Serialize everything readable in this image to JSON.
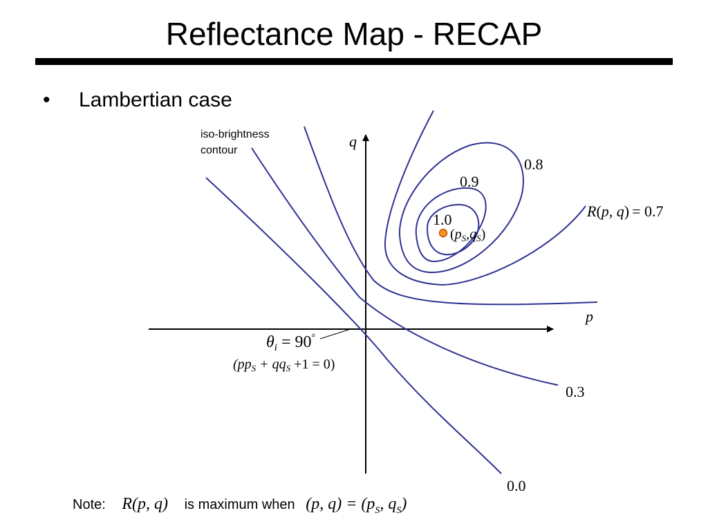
{
  "slide": {
    "title": "Reflectance Map - RECAP",
    "bullet_symbol": "•",
    "bullet_text": "Lambertian case"
  },
  "diagram": {
    "annotation_line1": "iso-brightness",
    "annotation_line2": "contour",
    "axis_q": "q",
    "axis_p": "p",
    "contour_labels": {
      "c10": "1.0",
      "c09": "0.9",
      "c08": "0.8",
      "c07_prefix": "R",
      "c07_args": "p, q",
      "c07_rhs": "= 0.7",
      "c03": "0.3",
      "c00": "0.0"
    },
    "source_point": {
      "open": "(",
      "p": "p",
      "ps_sub": "S",
      "comma": ",",
      "q": "q",
      "qs_sub": "S",
      "close": ")"
    },
    "theta_label": {
      "theta": "θ",
      "sub": "i",
      "rhs": " = 90",
      "deg": "°"
    },
    "line_eq": {
      "text": "(pp",
      "s1": "S",
      "mid": " + qq",
      "s2": "S",
      "tail": " +1 = 0)"
    },
    "colors": {
      "curve": "#2e3192",
      "point_fill": "#f7941d",
      "point_stroke": "#c1570d"
    }
  },
  "note": {
    "prefix": "Note:",
    "expr1": "R(p, q)",
    "middle": "is maximum when",
    "expr2_left": "(p, q) = (p",
    "expr2_sub1": "S",
    "expr2_mid": ", q",
    "expr2_sub2": "S",
    "expr2_close": ")"
  }
}
